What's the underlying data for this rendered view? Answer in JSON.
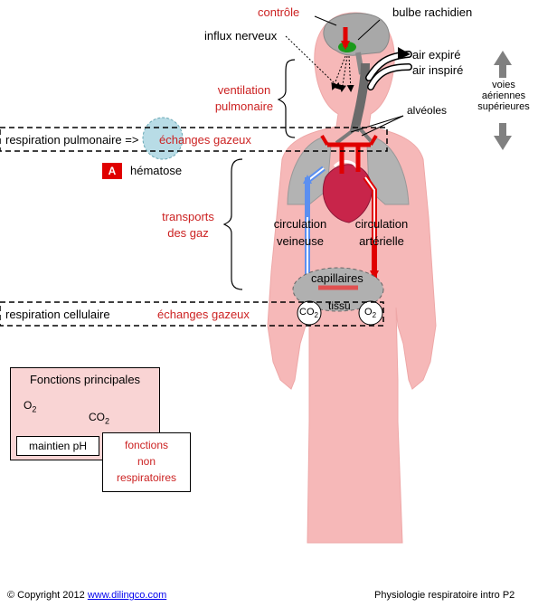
{
  "colors": {
    "body_fill": "#f4b6b6",
    "organ_gray": "#a8a8a8",
    "accent_red": "#e00000",
    "vein_blue": "#5b8ff0",
    "heart_red": "#cc2233",
    "label_red": "#cc2222",
    "alveole_teal": "#b8dce6"
  },
  "labels": {
    "controle": "contrôle",
    "bulbe": "bulbe rachidien",
    "influx": "influx nerveux",
    "air_expire": "air expiré",
    "air_inspire": "air inspiré",
    "voies_line1": "voies",
    "voies_line2": "aériennes",
    "voies_line3": "supérieures",
    "ventilation_line1": "ventilation",
    "ventilation_line2": "pulmonaire",
    "alveoles": "alvéoles",
    "respiration_pulmonaire": "respiration pulmonaire =>",
    "echanges_gazeux_1": "échanges gazeux",
    "badge": "A",
    "hematose": "hématose",
    "transports_line1": "transports",
    "transports_line2": "des gaz",
    "circ_vein_line1": "circulation",
    "circ_vein_line2": "veineuse",
    "circ_art_line1": "circulation",
    "circ_art_line2": "artérielle",
    "capillaires": "capillaires",
    "tissu": "tissu",
    "respiration_cellulaire": "respiration cellulaire",
    "echanges_gazeux_2": "échanges gazeux",
    "co2_base": "CO",
    "co2_sub": "2",
    "o2_base": "O",
    "o2_sub": "2"
  },
  "functions_box": {
    "title": "Fonctions principales",
    "o2_base": "O",
    "o2_sub": "2",
    "co2_base": "CO",
    "co2_sub": "2",
    "ph": "maintien pH"
  },
  "non_resp_box": {
    "line1": "fonctions",
    "line2": "non",
    "line3": "respiratoires"
  },
  "footer": {
    "copyright": "© Copyright 2012",
    "link": "www.dilingco.com",
    "right": "Physiologie respiratoire intro P2"
  }
}
